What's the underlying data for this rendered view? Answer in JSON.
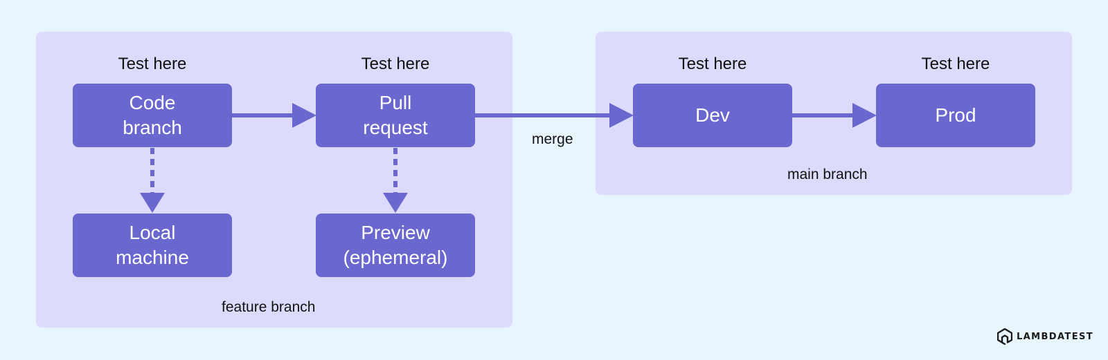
{
  "colors": {
    "background": "#E8F5FD",
    "group_fill": "#DCDBFB",
    "node_fill": "#6A67CE",
    "arrow": "#6A67CE",
    "text": "#111111",
    "node_text": "#FFFFFF"
  },
  "groups": {
    "feature": {
      "label": "feature branch"
    },
    "main": {
      "label": "main branch"
    }
  },
  "nodes": {
    "code_branch": {
      "test_label": "Test here",
      "line1": "Code",
      "line2": "branch"
    },
    "pull_request": {
      "test_label": "Test here",
      "line1": "Pull",
      "line2": "request"
    },
    "dev": {
      "test_label": "Test here",
      "line1": "Dev"
    },
    "prod": {
      "test_label": "Test here",
      "line1": "Prod"
    },
    "local_machine": {
      "line1": "Local",
      "line2": "machine"
    },
    "preview": {
      "line1": "Preview",
      "line2": "(ephemeral)"
    }
  },
  "edges": {
    "merge_label": "merge"
  },
  "logo": {
    "text": "LAMBDATEST",
    "icon": "lambdatest-logo-icon"
  }
}
